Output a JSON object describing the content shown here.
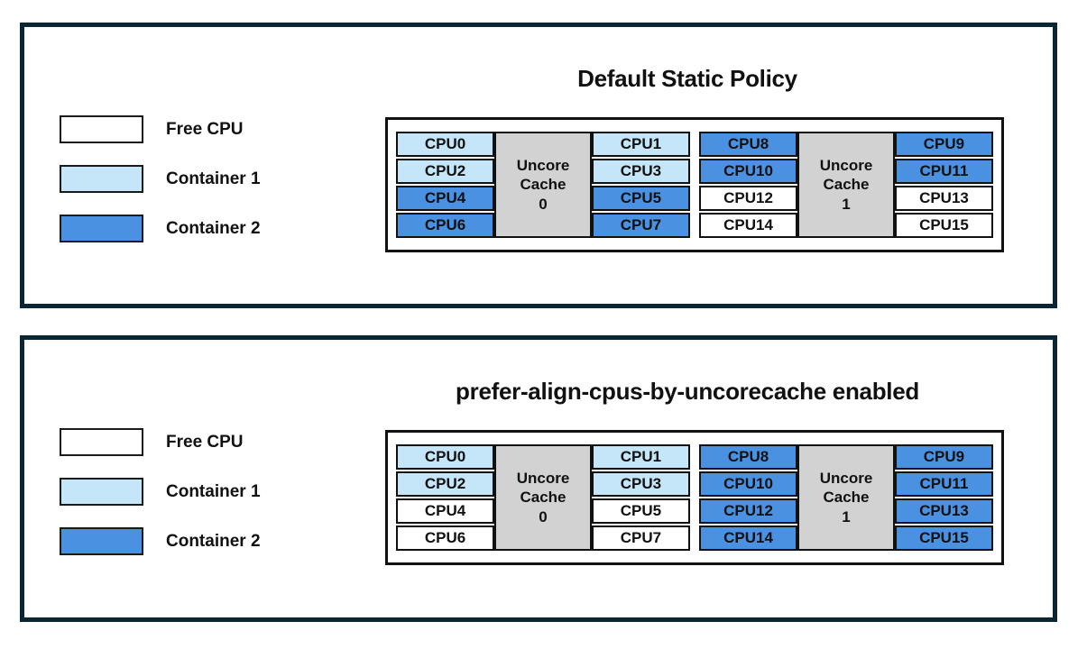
{
  "colors": {
    "free": "#ffffff",
    "container1": "#c5e6f8",
    "container2": "#4a91e2",
    "cache_fill": "#d2d2d2",
    "panel_border": "#0a2634",
    "cell_border": "#111111"
  },
  "legend": {
    "items": [
      {
        "key": "free",
        "label": "Free CPU"
      },
      {
        "key": "container1",
        "label": "Container 1"
      },
      {
        "key": "container2",
        "label": "Container 2"
      }
    ]
  },
  "panels": [
    {
      "id": "default-static-policy",
      "title": "Default Static Policy",
      "clusters": [
        {
          "cache_lines": [
            "Uncore",
            "Cache",
            "0"
          ],
          "left_cpus": [
            {
              "label": "CPU0",
              "state": "container1"
            },
            {
              "label": "CPU2",
              "state": "container1"
            },
            {
              "label": "CPU4",
              "state": "container2"
            },
            {
              "label": "CPU6",
              "state": "container2"
            }
          ],
          "right_cpus": [
            {
              "label": "CPU1",
              "state": "container1"
            },
            {
              "label": "CPU3",
              "state": "container1"
            },
            {
              "label": "CPU5",
              "state": "container2"
            },
            {
              "label": "CPU7",
              "state": "container2"
            }
          ]
        },
        {
          "cache_lines": [
            "Uncore",
            "Cache",
            "1"
          ],
          "left_cpus": [
            {
              "label": "CPU8",
              "state": "container2"
            },
            {
              "label": "CPU10",
              "state": "container2"
            },
            {
              "label": "CPU12",
              "state": "free"
            },
            {
              "label": "CPU14",
              "state": "free"
            }
          ],
          "right_cpus": [
            {
              "label": "CPU9",
              "state": "container2"
            },
            {
              "label": "CPU11",
              "state": "container2"
            },
            {
              "label": "CPU13",
              "state": "free"
            },
            {
              "label": "CPU15",
              "state": "free"
            }
          ]
        }
      ]
    },
    {
      "id": "prefer-align-cpus-by-uncorecache",
      "title": "prefer-align-cpus-by-uncorecache enabled",
      "clusters": [
        {
          "cache_lines": [
            "Uncore",
            "Cache",
            "0"
          ],
          "left_cpus": [
            {
              "label": "CPU0",
              "state": "container1"
            },
            {
              "label": "CPU2",
              "state": "container1"
            },
            {
              "label": "CPU4",
              "state": "free"
            },
            {
              "label": "CPU6",
              "state": "free"
            }
          ],
          "right_cpus": [
            {
              "label": "CPU1",
              "state": "container1"
            },
            {
              "label": "CPU3",
              "state": "container1"
            },
            {
              "label": "CPU5",
              "state": "free"
            },
            {
              "label": "CPU7",
              "state": "free"
            }
          ]
        },
        {
          "cache_lines": [
            "Uncore",
            "Cache",
            "1"
          ],
          "left_cpus": [
            {
              "label": "CPU8",
              "state": "container2"
            },
            {
              "label": "CPU10",
              "state": "container2"
            },
            {
              "label": "CPU12",
              "state": "container2"
            },
            {
              "label": "CPU14",
              "state": "container2"
            }
          ],
          "right_cpus": [
            {
              "label": "CPU9",
              "state": "container2"
            },
            {
              "label": "CPU11",
              "state": "container2"
            },
            {
              "label": "CPU13",
              "state": "container2"
            },
            {
              "label": "CPU15",
              "state": "container2"
            }
          ]
        }
      ]
    }
  ]
}
